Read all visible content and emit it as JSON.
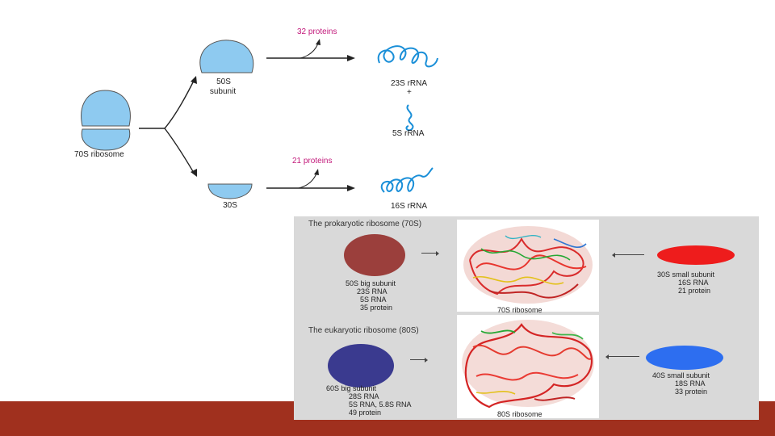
{
  "top_diagram": {
    "ribosome_70s_label": "70S ribosome",
    "subunit_50s_label_1": "50S",
    "subunit_50s_label_2": "subunit",
    "subunit_30s_label": "30S",
    "proteins_32_label": "32 proteins",
    "proteins_21_label": "21 proteins",
    "rrna_23s_label": "23S rRNA",
    "plus_label": "+",
    "rrna_5s_label": "5S rRNA",
    "rrna_16s_label": "16S rRNA",
    "colors": {
      "subunit_fill": "#8ecaf0",
      "rrna_line": "#1a8fd8",
      "protein_label": "#c2187a"
    }
  },
  "bottom_panel": {
    "prokaryotic_title": "The prokaryotic ribosome (70S)",
    "big_50s": [
      "50S big subunit",
      "23S RNA",
      "5S RNA",
      "35 protein"
    ],
    "small_30s": [
      "30S small subunit",
      "16S RNA",
      "21 protein"
    ],
    "ribosome_70s_caption": "70S ribosome",
    "eukaryotic_title": "The eukaryotic ribosome (80S)",
    "big_60s": [
      "60S big subunit",
      "28S RNA",
      "5S RNA, 5.8S RNA",
      "49 protein"
    ],
    "small_40s": [
      "40S small subunit",
      "18S RNA",
      "33 protein"
    ],
    "ribosome_80s_caption": "80S ribosome",
    "colors": {
      "big_50s": "#9b3f3c",
      "small_30s": "#ee1c1c",
      "big_60s": "#3a3a8f",
      "small_40s": "#2d6ef0"
    }
  },
  "footer": {
    "color": "#a0301e"
  }
}
